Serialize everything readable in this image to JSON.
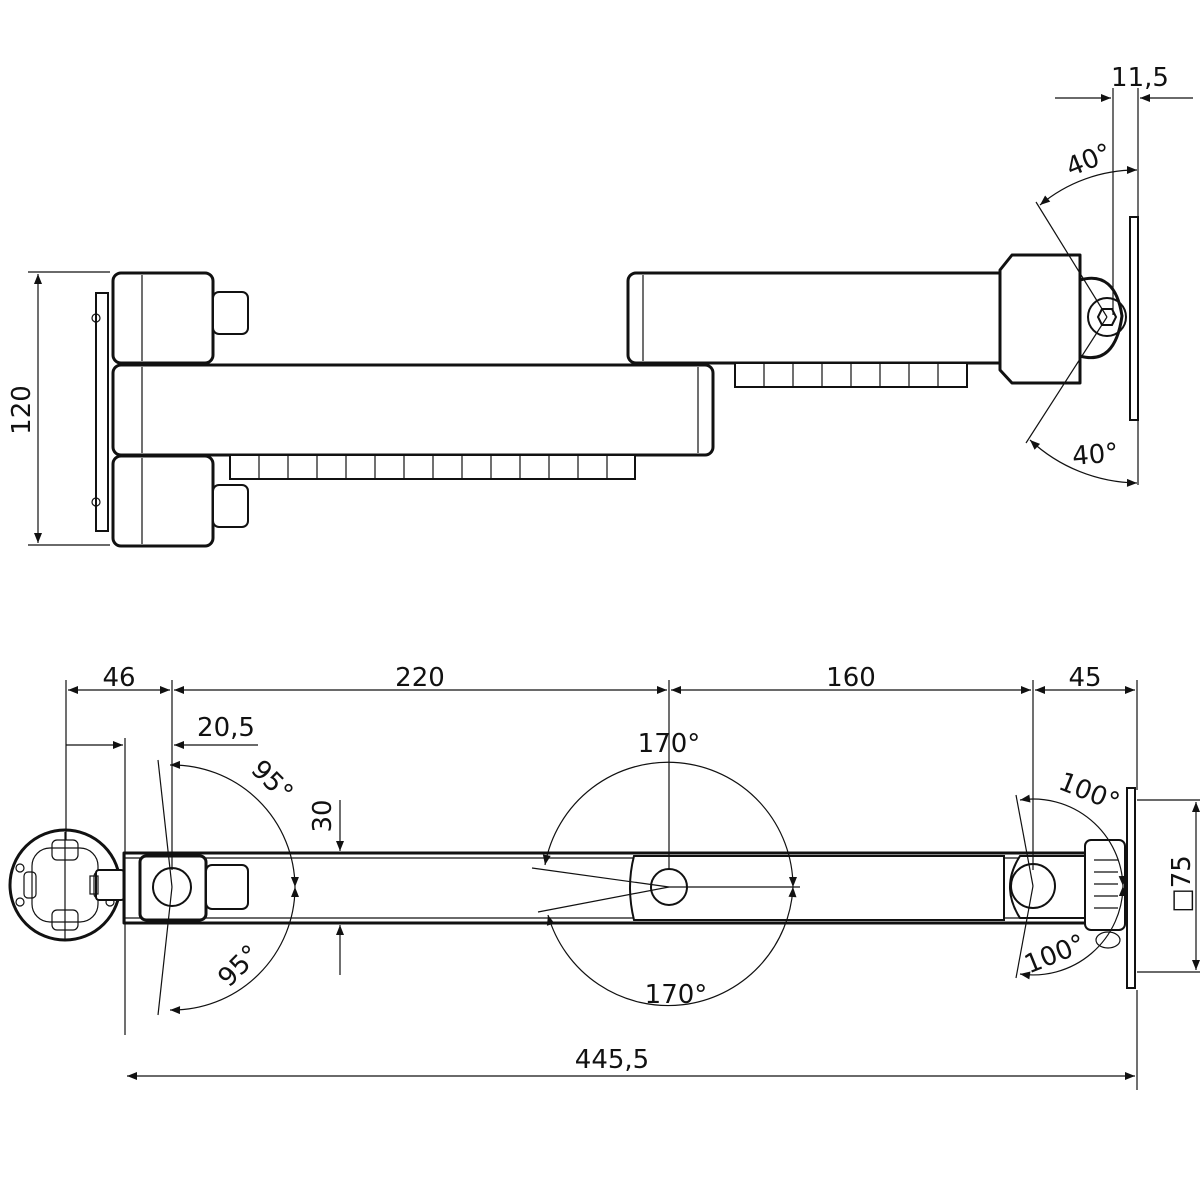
{
  "top_view": {
    "dim_height": "120",
    "dim_offset": "11,5",
    "angle_up": "40°",
    "angle_down": "40°"
  },
  "side_view": {
    "dim_seg1": "46",
    "dim_seg2": "220",
    "dim_seg3": "160",
    "dim_seg4": "45",
    "dim_pivot_offset": "20,5",
    "dim_arm_thickness": "30",
    "angle_left_top": "95°",
    "angle_left_bottom": "95°",
    "angle_mid_top": "170°",
    "angle_mid_bottom": "170°",
    "angle_right_top": "100°",
    "angle_right_bottom": "100°",
    "dim_vesa": "□75",
    "dim_total": "445,5"
  }
}
